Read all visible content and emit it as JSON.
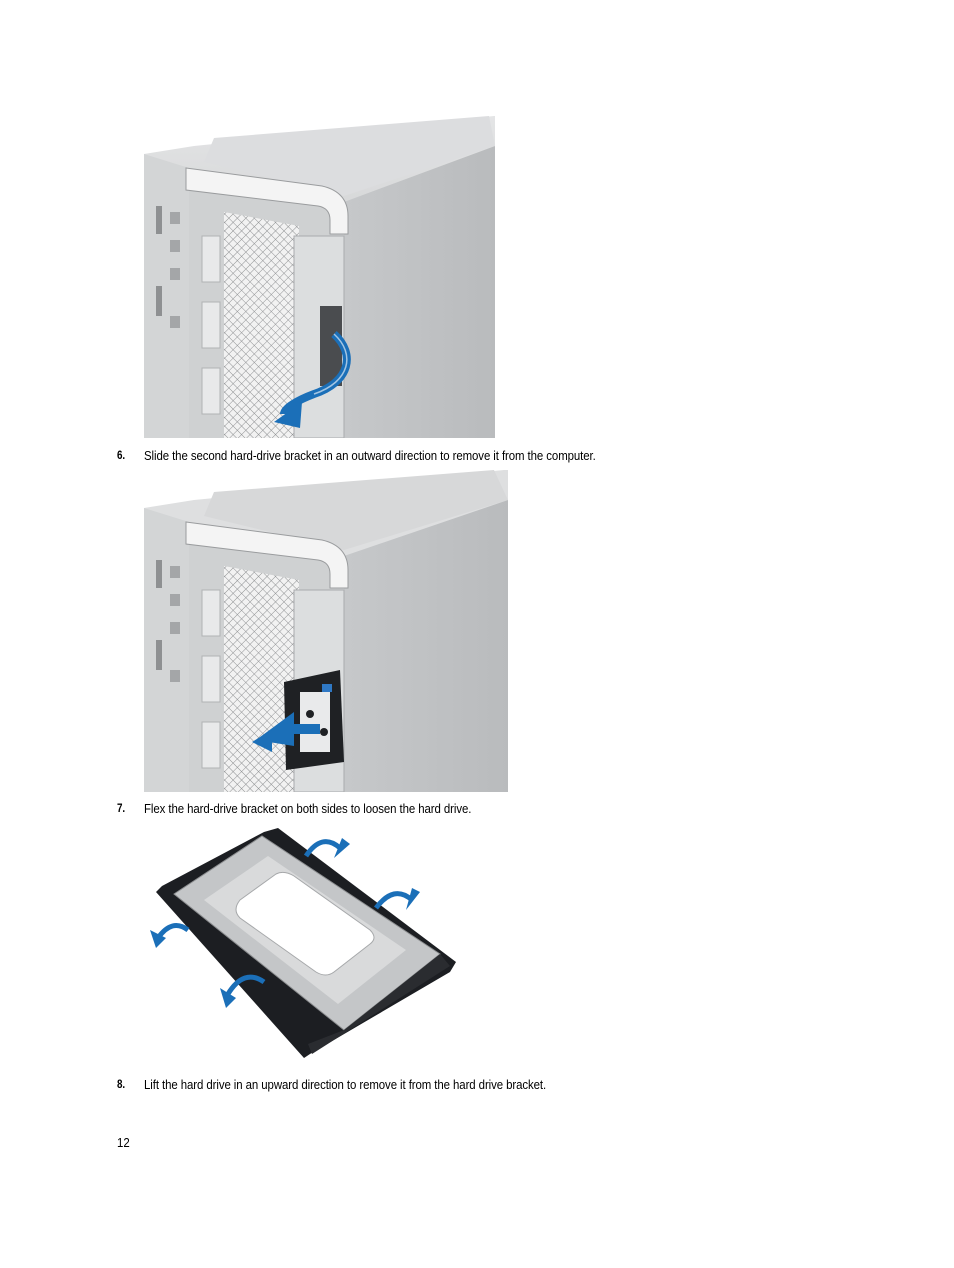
{
  "steps": [
    {
      "number": "6.",
      "text": "Slide the second hard-drive bracket in an outward direction to remove it from the computer."
    },
    {
      "number": "7.",
      "text": "Flex the hard-drive bracket on both sides to loosen the hard drive."
    },
    {
      "number": "8.",
      "text": "Lift the hard drive in an upward direction to remove it from the hard drive bracket."
    }
  ],
  "page_number": "12",
  "colors": {
    "arrow": "#1b6fb8",
    "chassis": "#c9ccce",
    "bracket": "#1a1c20"
  }
}
